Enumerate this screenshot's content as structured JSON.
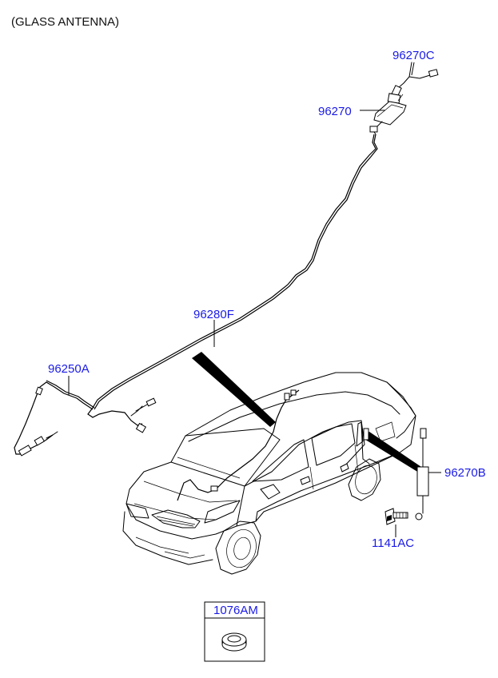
{
  "title": "(GLASS ANTENNA)",
  "parts": {
    "p96270C": "96270C",
    "p96270": "96270",
    "p96280F": "96280F",
    "p96250A": "96250A",
    "p96270B": "96270B",
    "p1141AC": "1141AC",
    "p1076AM": "1076AM"
  },
  "colors": {
    "label": "#1a1ae6",
    "line": "#000000",
    "background": "#ffffff"
  }
}
